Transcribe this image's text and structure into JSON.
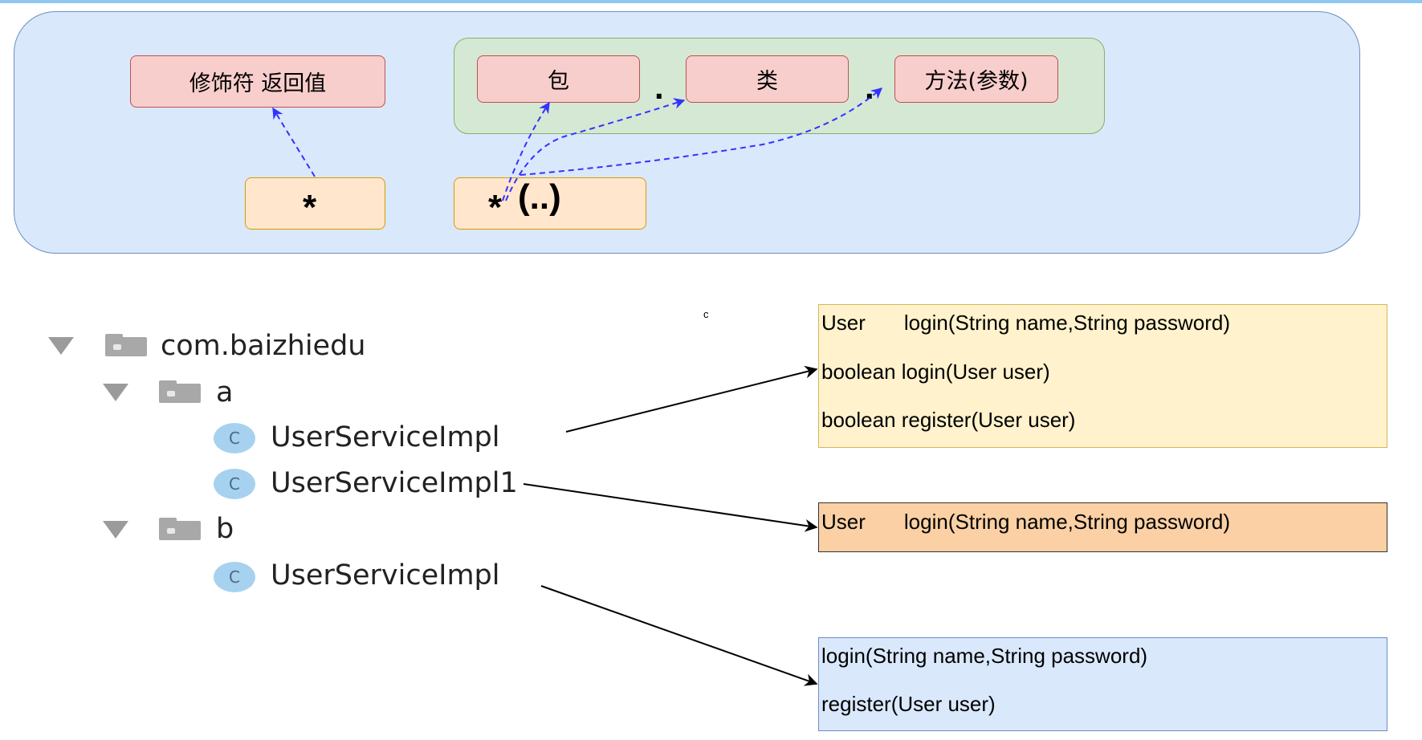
{
  "pattern": {
    "modifier_return": "修饰符 返回值",
    "package": "包",
    "dot_1": ".",
    "class": "类",
    "dot_2": ".",
    "method_params": "方法(参数)",
    "star": "*",
    "method_star": "*",
    "method_args": "(..)"
  },
  "tree": {
    "root": "com.baizhiedu",
    "folder_a": "a",
    "a_class_1": "UserServiceImpl",
    "a_class_2": "UserServiceImpl1",
    "folder_b": "b",
    "b_class_1": "UserServiceImpl",
    "class_icon_letter": "C"
  },
  "stray_mark": "c",
  "boxes": {
    "box1": {
      "line1_type": "User",
      "line1_sig": "login(String name,String password)",
      "line2": "boolean login(User user)",
      "line3": "boolean register(User user)"
    },
    "box2": {
      "line1_type": "User",
      "line1_sig": "login(String name,String password)"
    },
    "box3": {
      "line1": "login(String name,String password)",
      "line2": "register(User user)"
    }
  },
  "colors": {
    "panel_fill": "#dae8fc",
    "group_fill": "#d5e8d4",
    "pink_fill": "#f8cecc",
    "peach_fill": "#ffe6cc",
    "yellow_fill": "#fff2cc",
    "orange_fill": "#fad0a4",
    "blue_fill": "#dae8fc",
    "dashed_arrow": "#3333ff"
  }
}
